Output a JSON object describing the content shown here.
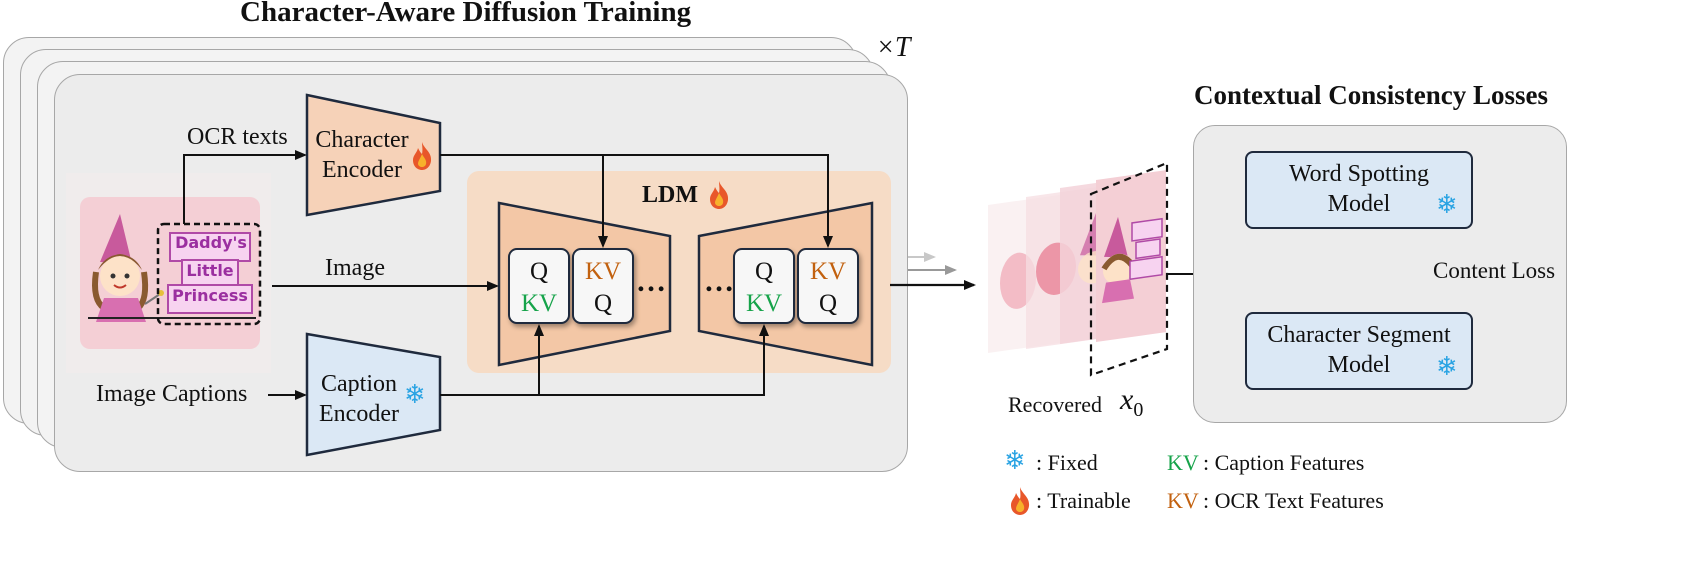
{
  "left_title": "Character-Aware Diffusion Training",
  "repeat_label": "×T",
  "ocr_label": "OCR texts",
  "char_encoder": "Character Encoder",
  "image_label": "Image",
  "image_captions_label": "Image Captions",
  "caption_encoder": "Caption Encoder",
  "ldm_label": "LDM",
  "sample_image_text": [
    "Daddy's",
    "Little",
    "Princess"
  ],
  "attn_blocks": [
    {
      "top": "Q",
      "bottom": "KV",
      "bottom_color": "green"
    },
    {
      "top": "KV",
      "bottom": "Q",
      "top_color": "orange"
    },
    {
      "top": "Q",
      "bottom": "KV",
      "bottom_color": "green"
    },
    {
      "top": "KV",
      "bottom": "Q",
      "top_color": "orange"
    }
  ],
  "dots": "…",
  "recovered_label": "Recovered",
  "x0_label": "x0",
  "right_title": "Contextual Consistency Losses",
  "word_spotting": "Word Spotting Model",
  "char_segment": "Character Segment Model",
  "content_loss": "Content Loss",
  "legend": {
    "fixed": ": Fixed",
    "trainable": ": Trainable",
    "kv": "KV",
    "caption_features": ": Caption Features",
    "ocr_features": ": OCR Text Features"
  },
  "colors": {
    "encoder_orange": "#f6d2b8",
    "encoder_blue": "#dbe8f5",
    "ldm_bg": "#f6dcc6",
    "green": "#16a34a",
    "orange": "#c2610f"
  },
  "icons": {
    "fixed": "snowflake-icon",
    "trainable": "flame-icon"
  }
}
